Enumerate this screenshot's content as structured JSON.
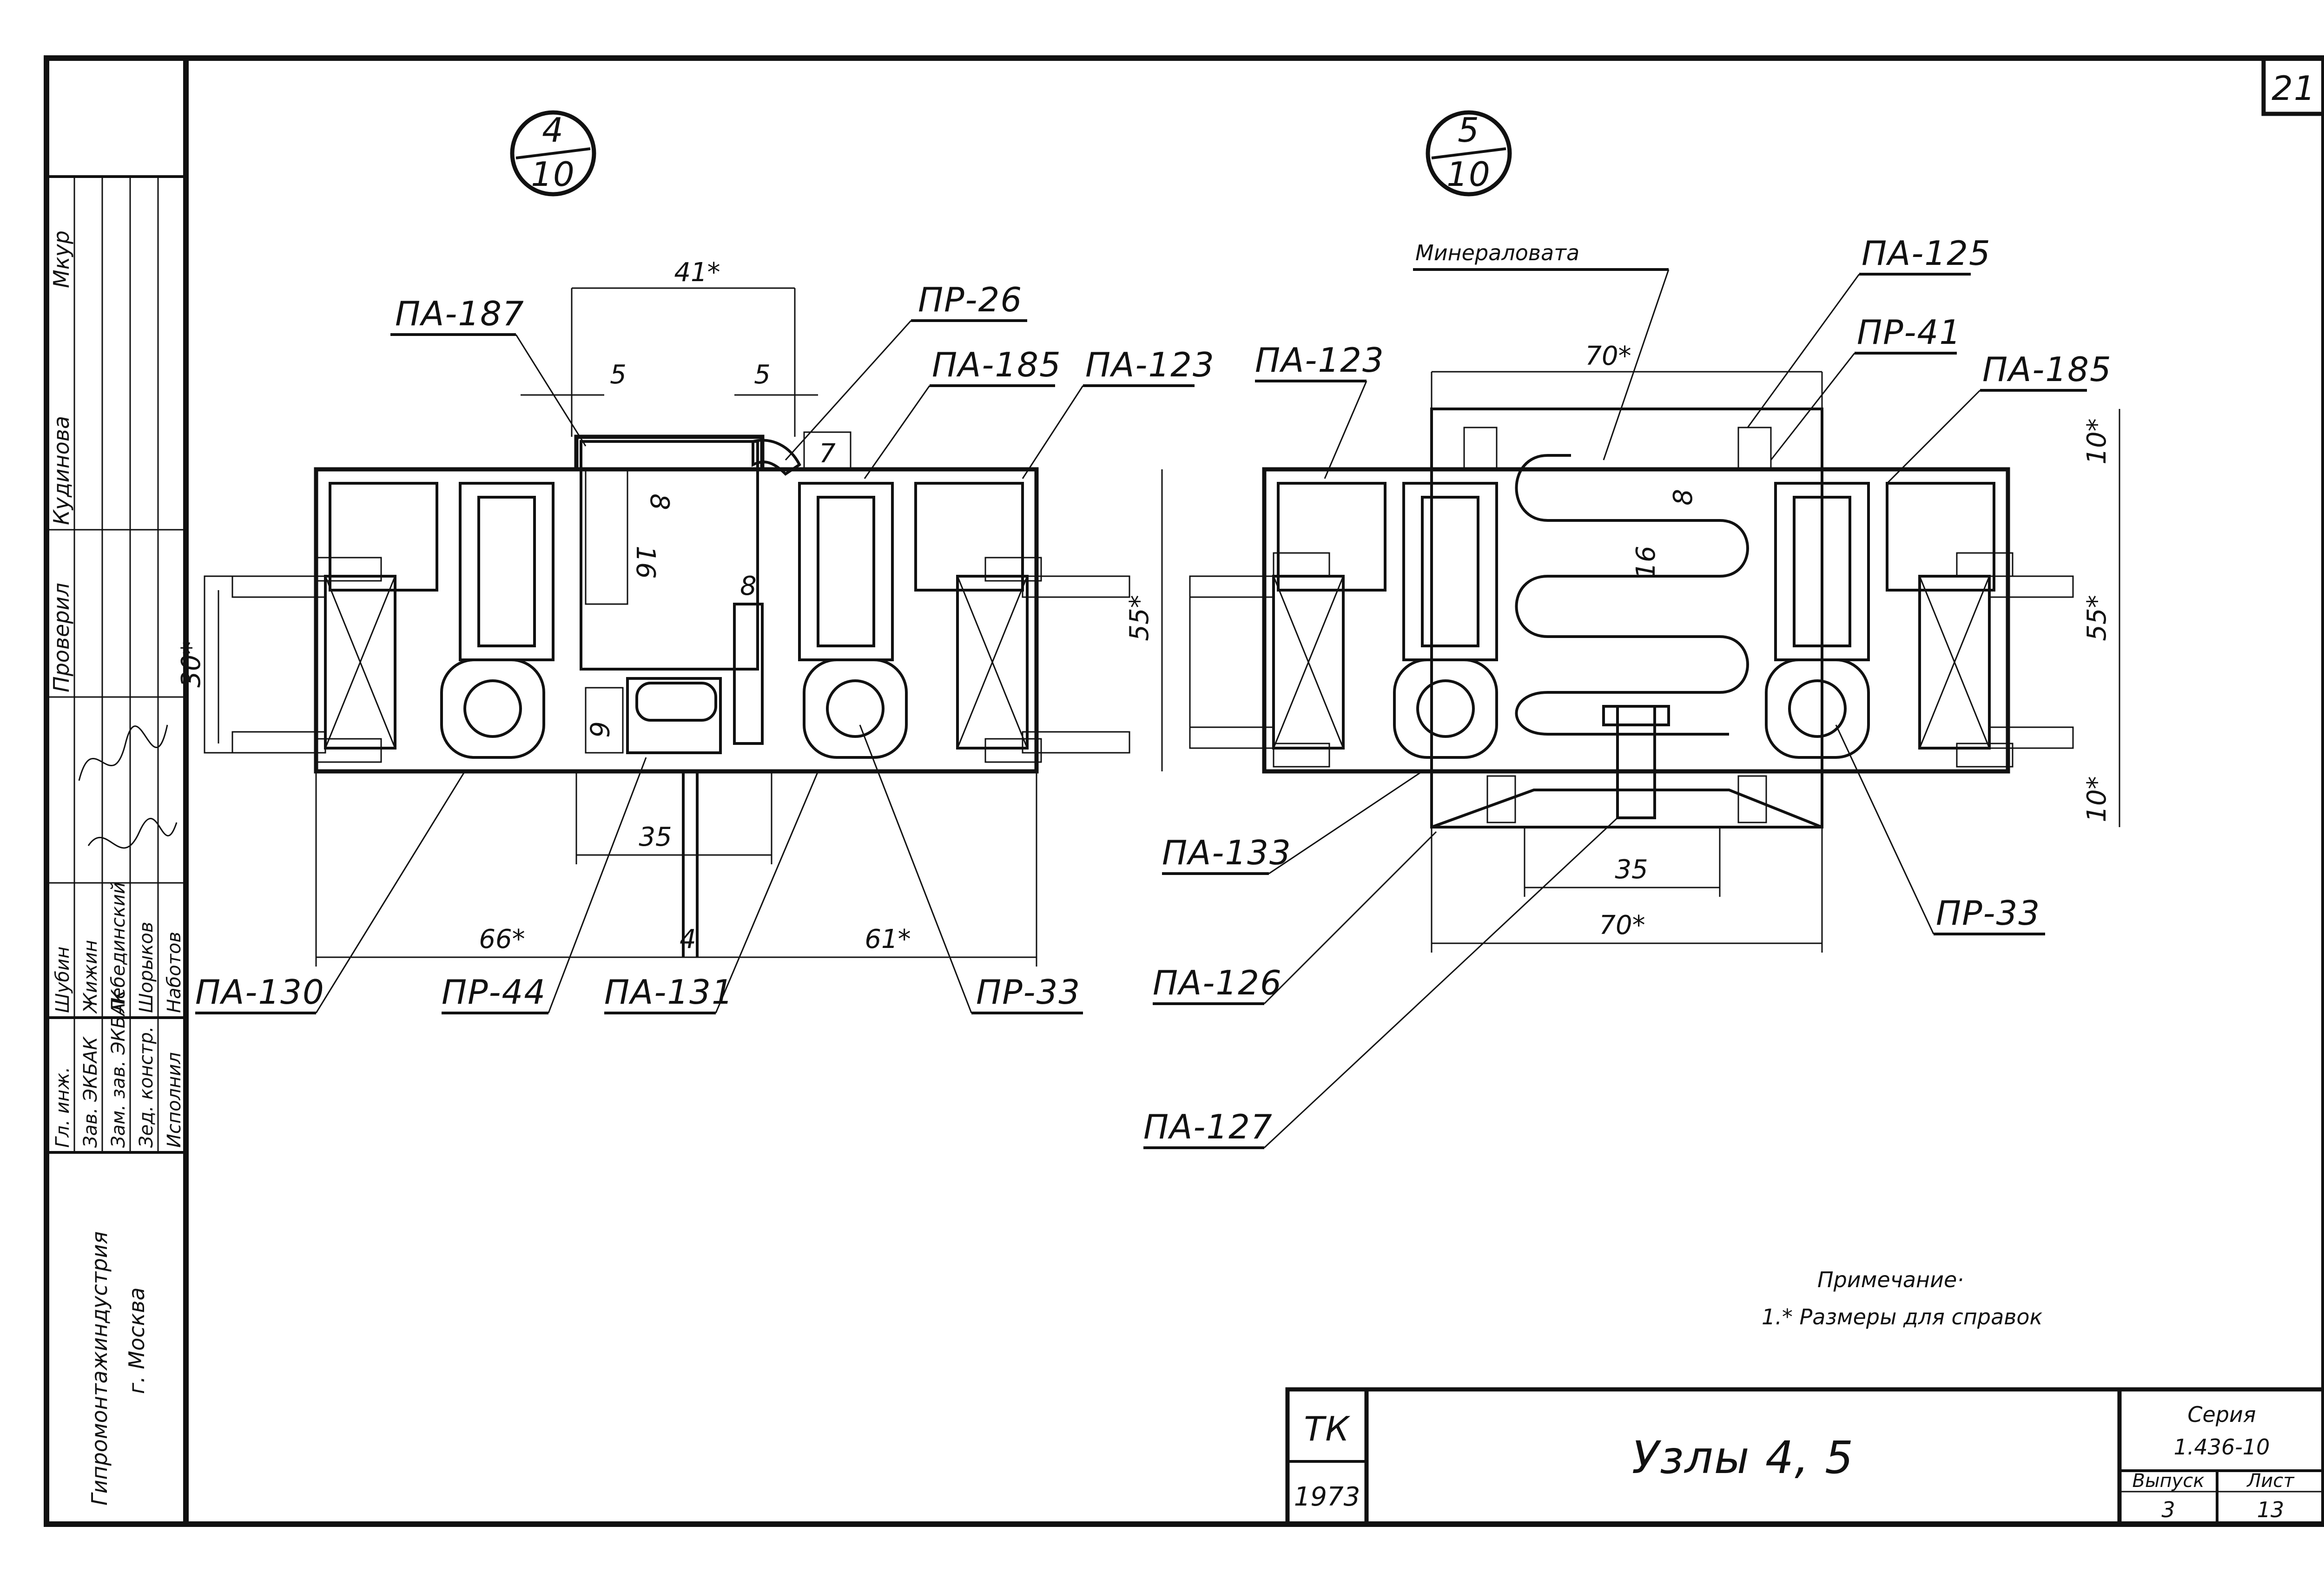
{
  "sheet_number": "21",
  "nodes": {
    "node4": {
      "top": "4",
      "bottom": "10"
    },
    "node5": {
      "top": "5",
      "bottom": "10"
    }
  },
  "node4_labels": {
    "pa187": "ПА-187",
    "pr26": "ПР-26",
    "pa185": "ПА-185",
    "pa123": "ПА-123",
    "pa130": "ПА-130",
    "pr44": "ПР-44",
    "pa131": "ПА-131",
    "pr33": "ПР-33"
  },
  "node4_dims": {
    "d41": "41*",
    "d5a": "5",
    "d5b": "5",
    "d7": "7",
    "d8a": "8",
    "d16": "16",
    "d8b": "8",
    "d6": "6",
    "d30": "30*",
    "d55": "55*",
    "d35": "35",
    "d66": "66*",
    "d4": "4",
    "d61": "61*"
  },
  "node5_labels": {
    "mineralovata": "Минераловата",
    "pa125": "ПА-125",
    "pr41": "ПР-41",
    "pa185": "ПА-185",
    "pa123": "ПА-123",
    "pa133": "ПА-133",
    "pa126": "ПА-126",
    "pa127": "ПА-127",
    "pr33": "ПР-33"
  },
  "node5_dims": {
    "d70top": "70*",
    "d10top": "10*",
    "d8": "8",
    "d16": "16",
    "d55": "55*",
    "d10bottom": "10*",
    "d35": "35",
    "d70bottom": "70*"
  },
  "note": {
    "title": "Примечание·",
    "line1": "1.* Размеры для справок"
  },
  "title_block": {
    "code": "ТК",
    "year": "1973",
    "title": "Узлы 4, 5",
    "series_label": "Серия",
    "series_value": "1.436-10",
    "issue_label": "Выпуск",
    "issue_value": "3",
    "sheet_label": "Лист",
    "sheet_value": "13"
  },
  "side_stamp": {
    "org": "Гипромонтажиндустрия",
    "city": "г. Москва",
    "roles": [
      "Гл. инж.",
      "Зав. ЭКБАК",
      "Зам. зав. ЭКБАК",
      "Зед. констр.",
      "Исполнил"
    ],
    "names": [
      "Шубин",
      "Жижин",
      "Лебединский",
      "Шорыков",
      "Наботов"
    ],
    "top_names": [
      "Проверил",
      "Кудинова",
      "Мкур"
    ]
  }
}
